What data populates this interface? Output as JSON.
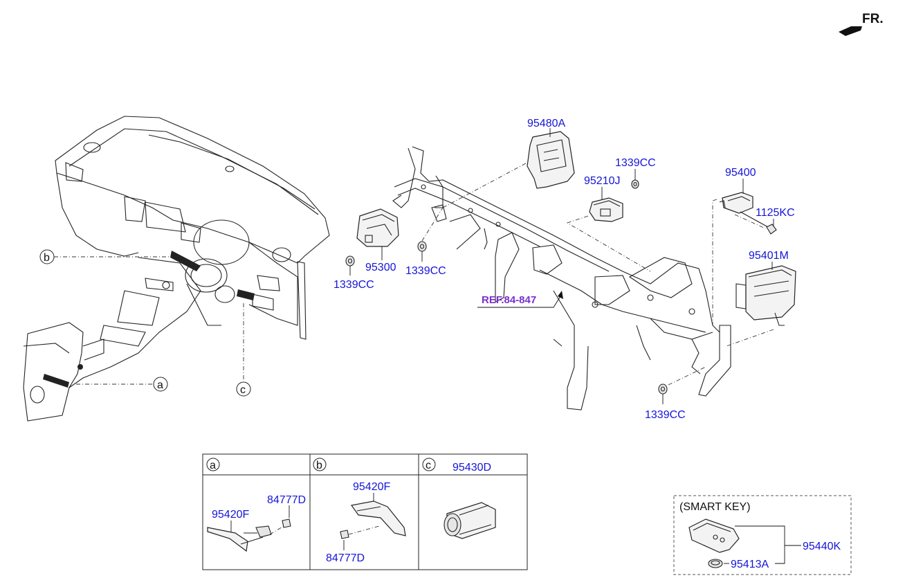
{
  "direction_label": "FR.",
  "callouts": {
    "a": "a",
    "b": "b",
    "c": "c"
  },
  "parts": {
    "p95480A": "95480A",
    "p1339CC_top": "1339CC",
    "p95210J": "95210J",
    "p95400": "95400",
    "p1125KC": "1125KC",
    "p95401M": "95401M",
    "p95300": "95300",
    "p1339CC_left": "1339CC",
    "p1339CC_mid": "1339CC",
    "p1339CC_bottom": "1339CC",
    "ref": "REF.84-847"
  },
  "detail_panels": [
    {
      "key": "a",
      "labels": [
        "95420F",
        "84777D"
      ]
    },
    {
      "key": "b",
      "labels": [
        "95420F",
        "84777D"
      ]
    },
    {
      "key": "c",
      "labels": [
        "95430D"
      ]
    }
  ],
  "smart_key": {
    "title": "(SMART KEY)",
    "key_part": "95440K",
    "battery_part": "95413A"
  },
  "colors": {
    "part_number": "#1414d8",
    "reference": "#7a2fd0",
    "line": "#222222"
  }
}
